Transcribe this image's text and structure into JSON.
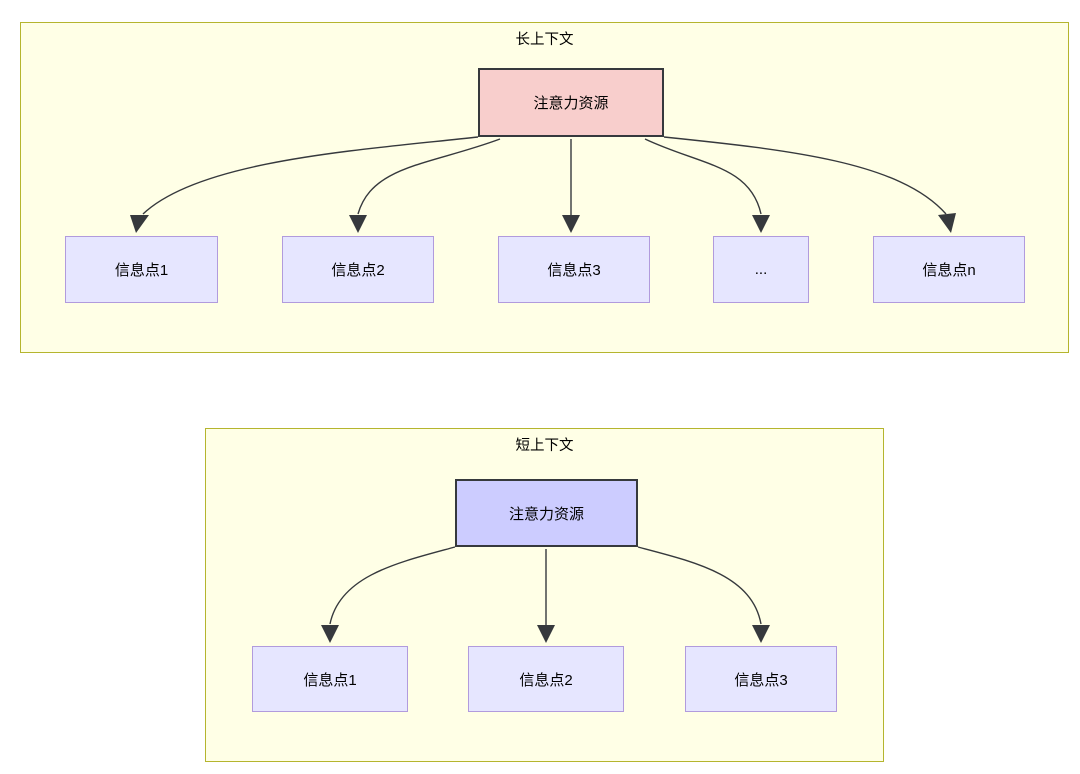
{
  "diagram": {
    "type": "attention-distribution-comparison",
    "background_color": "#ffffff",
    "panel_fill": "#ffffe6",
    "panel_stroke": "#b5b52e",
    "info_node_fill": "#e6e6ff",
    "info_node_stroke": "#b19bdd",
    "edge_color": "#36393d"
  },
  "long_context": {
    "title": "长上下文",
    "root": {
      "label": "注意力资源",
      "fill": "#f8cecc",
      "stroke": "#36393d"
    },
    "children": [
      {
        "label": "信息点1"
      },
      {
        "label": "信息点2"
      },
      {
        "label": "信息点3"
      },
      {
        "label": "..."
      },
      {
        "label": "信息点n"
      }
    ]
  },
  "short_context": {
    "title": "短上下文",
    "root": {
      "label": "注意力资源",
      "fill": "#ccccff",
      "stroke": "#36393d"
    },
    "children": [
      {
        "label": "信息点1"
      },
      {
        "label": "信息点2"
      },
      {
        "label": "信息点3"
      }
    ]
  }
}
